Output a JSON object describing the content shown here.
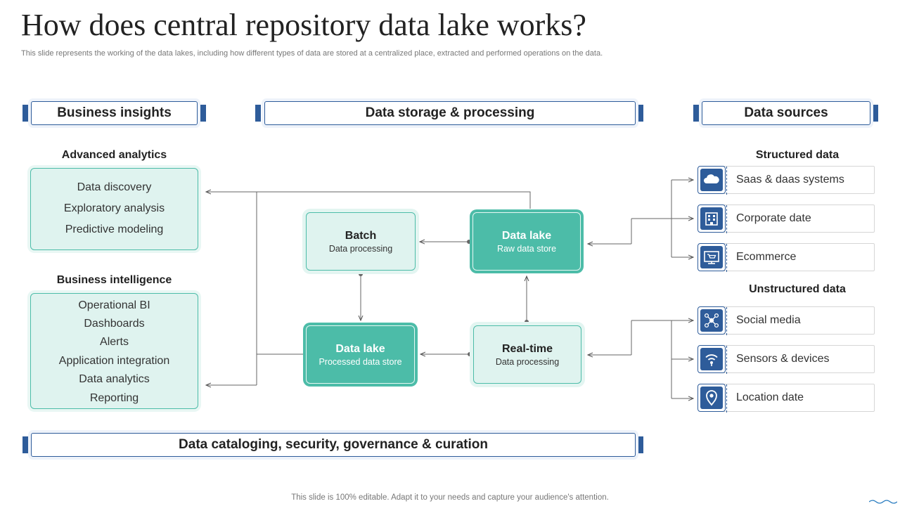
{
  "title": "How does central repository data lake works?",
  "subtitle": "This slide represents the working of the data lakes, including how different types of data are stored at a centralized place, extracted  and performed operations on the data.",
  "headers": {
    "business_insights": "Business insights",
    "data_storage": "Data storage & processing",
    "data_sources": "Data sources",
    "governance": "Data cataloging, security, governance & curation"
  },
  "business_insights": {
    "advanced_analytics": {
      "label": "Advanced analytics",
      "items": [
        "Data discovery",
        "Exploratory  analysis",
        "Predictive modeling"
      ]
    },
    "business_intelligence": {
      "label": "Business intelligence",
      "items": [
        "Operational BI",
        "Dashboards",
        "Alerts",
        "Application integration",
        "Data analytics",
        "Reporting"
      ]
    }
  },
  "processing": {
    "batch": {
      "title": "Batch",
      "subtitle": "Data processing"
    },
    "raw_lake": {
      "title": "Data lake",
      "subtitle": "Raw data store"
    },
    "processed_lake": {
      "title": "Data lake",
      "subtitle": "Processed data store"
    },
    "realtime": {
      "title": "Real-time",
      "subtitle": "Data processing"
    }
  },
  "data_sources": {
    "structured": {
      "label": "Structured data",
      "items": [
        {
          "label": "Saas & daas systems",
          "icon": "cloud-icon"
        },
        {
          "label": "Corporate date",
          "icon": "building-icon"
        },
        {
          "label": "Ecommerce",
          "icon": "ecommerce-icon"
        }
      ]
    },
    "unstructured": {
      "label": "Unstructured data",
      "items": [
        {
          "label": "Social media",
          "icon": "social-network-icon"
        },
        {
          "label": "Sensors & devices",
          "icon": "sensor-icon"
        },
        {
          "label": "Location date",
          "icon": "location-pin-icon"
        }
      ]
    }
  },
  "footer": "This slide is 100% editable. Adapt it to your needs and capture your audience's attention.",
  "colors": {
    "accent_blue": "#2e5c9a",
    "teal": "#4cbca8",
    "teal_light": "#dff3ef"
  }
}
